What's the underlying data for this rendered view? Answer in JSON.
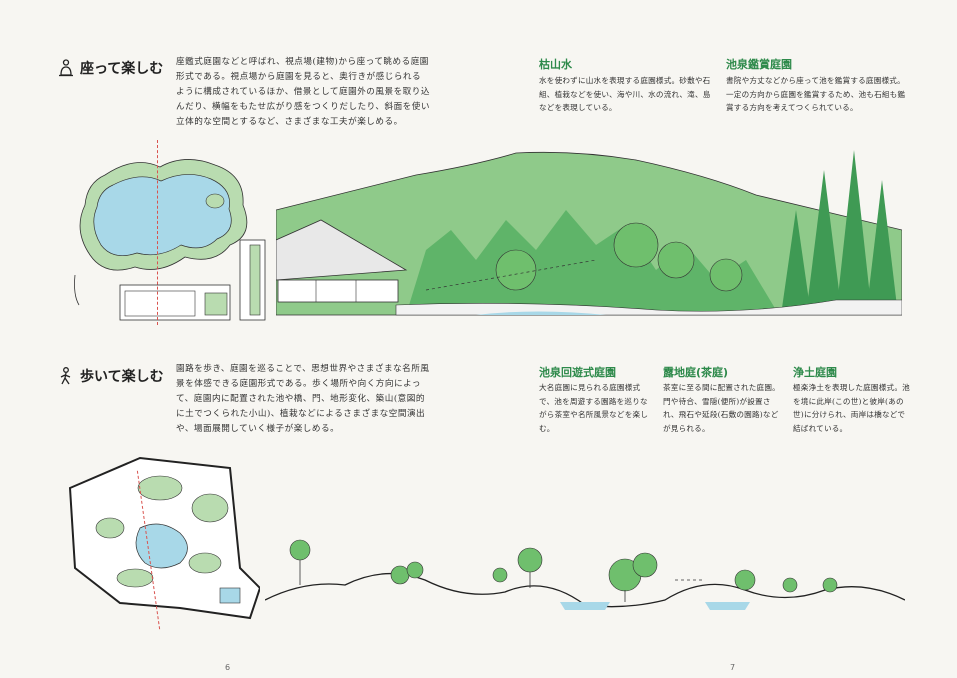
{
  "sections": [
    {
      "title": "座って楽しむ",
      "intro": "座鑑式庭園などと呼ばれ、視点場(建物)から座って眺める庭園形式である。視点場から庭園を見ると、奥行きが感じられるように構成されているほか、借景として庭園外の風景を取り込んだり、横幅をもたせ広がり感をつくりだしたり、斜面を使い立体的な空間とするなど、さまざまな工夫が楽しめる。",
      "styles": [
        {
          "name": "枯山水",
          "desc": "水を使わずに山水を表現する庭園様式。砂敷や石組、植栽などを使い、海や川、水の流れ、滝、島などを表現している。"
        },
        {
          "name": "池泉鑑賞庭園",
          "desc": "書院や方丈などから座って池を鑑賞する庭園様式。一定の方向から庭園を鑑賞するため、池も石組も鑑賞する方向を考えてつくられている。"
        }
      ]
    },
    {
      "title": "歩いて楽しむ",
      "intro": "園路を歩き、庭園を巡ることで、思想世界やさまざまな名所風景を体感できる庭園形式である。歩く場所や向く方向によって、庭園内に配置された池や橋、門、地形変化、築山(意図的に土でつくられた小山)、植栽などによるさまざまな空間演出や、場面展開していく様子が楽しめる。",
      "styles": [
        {
          "name": "池泉回遊式庭園",
          "desc": "大名庭園に見られる庭園様式で、池を周遊する園路を巡りながら茶室や名所風景などを楽しむ。"
        },
        {
          "name": "露地庭(茶庭)",
          "desc": "茶室に至る間に配置された庭園。門や待合、雪隠(便所)が設置され、飛石や延段(石敷の園路)などが見られる。"
        },
        {
          "name": "浄土庭園",
          "desc": "極楽浄土を表現した庭園様式。池を境に此岸(この世)と彼岸(あの世)に分けられ、両岸は橋などで結ばれている。"
        }
      ]
    }
  ],
  "page_left": "6",
  "page_right": "7",
  "colors": {
    "accent": "#2e8a4b",
    "water": "#a8d8e8",
    "green_light": "#b9dcb0",
    "green_dark": "#3f9a54",
    "line": "#d9534f"
  }
}
